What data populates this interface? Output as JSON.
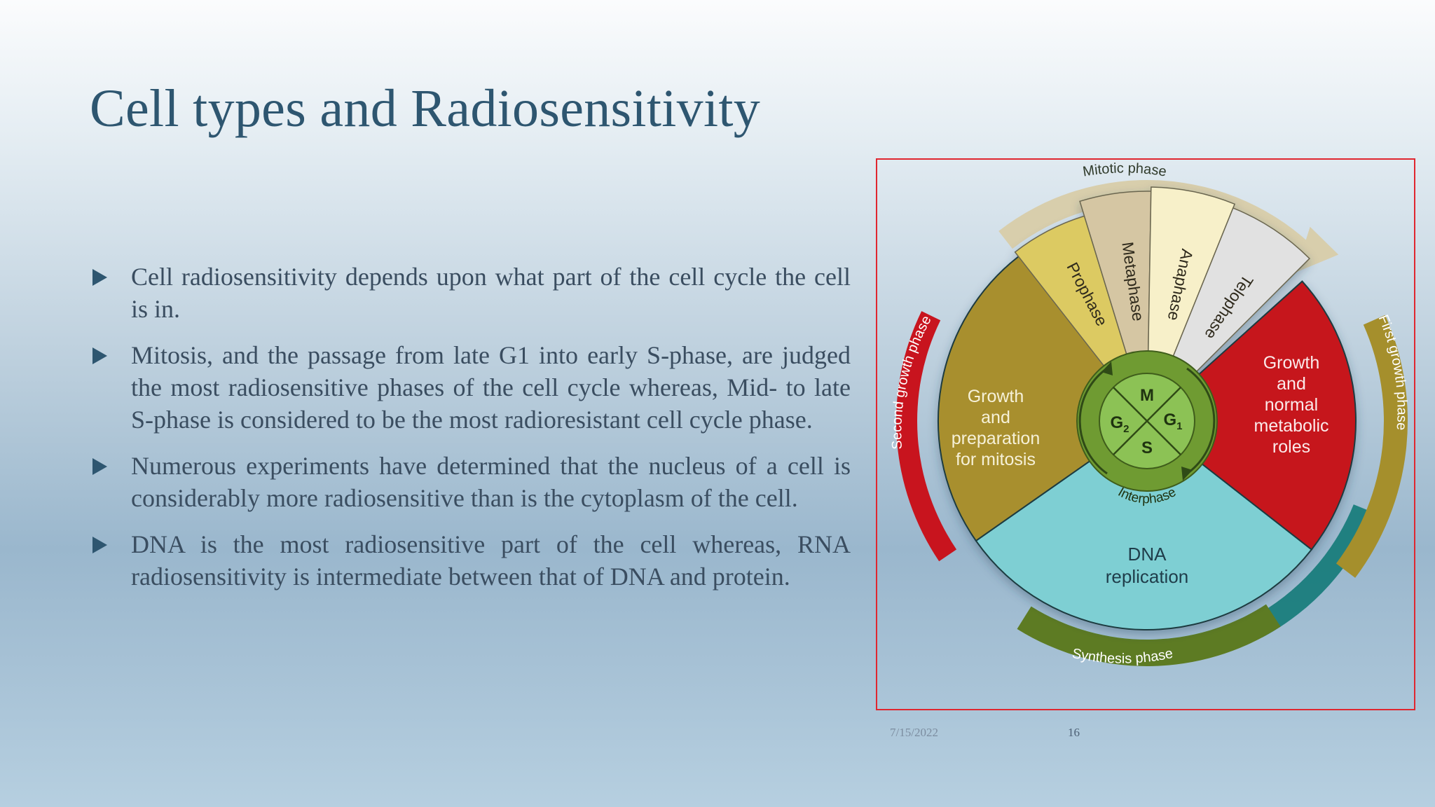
{
  "slide": {
    "title": "Cell types and Radiosensitivity",
    "bullets": [
      "Cell radiosensitivity depends upon what part of the cell cycle the cell is in.",
      "Mitosis, and the passage from late G1 into early S-phase, are judged the most radiosensitive phases of the cell cycle whereas, Mid- to late S-phase is considered to be the most radioresistant cell cycle phase.",
      "Numerous experiments have determined that the nucleus of a cell is considerably more radiosensitive than is the cytoplasm of the cell.",
      "DNA is the most radiosensitive part of the cell whereas, RNA radiosensitivity is intermediate between that of DNA and protein."
    ],
    "footer": {
      "date": "7/15/2022",
      "page": "16"
    }
  },
  "diagram": {
    "outer_labels": {
      "mitotic": "Mitotic phase",
      "second_growth": "Second growth phase",
      "first_growth": "First growth phase",
      "synthesis": "Synthesis phase"
    },
    "mitosis_phases": [
      "Prophase",
      "Metaphase",
      "Anaphase",
      "Telophase"
    ],
    "g2_label": [
      "Growth",
      "and",
      "preparation",
      "for mitosis"
    ],
    "g1_label": [
      "Growth",
      "and",
      "normal",
      "metabolic",
      "roles"
    ],
    "s_label": [
      "DNA",
      "replication"
    ],
    "center": {
      "m": "M",
      "g1": "G",
      "g1_sub": "1",
      "g2": "G",
      "g2_sub": "2",
      "s": "S",
      "interphase": "Interphase"
    },
    "colors": {
      "g2": "#a88f2d",
      "g1": "#c6141e",
      "s": "#7ecfd3",
      "prophase": "#dcca62",
      "metaphase": "#d5c6a3",
      "anaphase": "#f7f0c9",
      "telophase": "#e1e1e1",
      "center_ring": "#6f9b32",
      "center": "#8cc255",
      "mitotic_arrow": "#d8ceac",
      "second_growth_arrow": "#c8141e",
      "first_growth_arrow": "#a58f2c",
      "synthesis_arrow": "#5d7b23",
      "teal_edge": "#137a78"
    }
  }
}
